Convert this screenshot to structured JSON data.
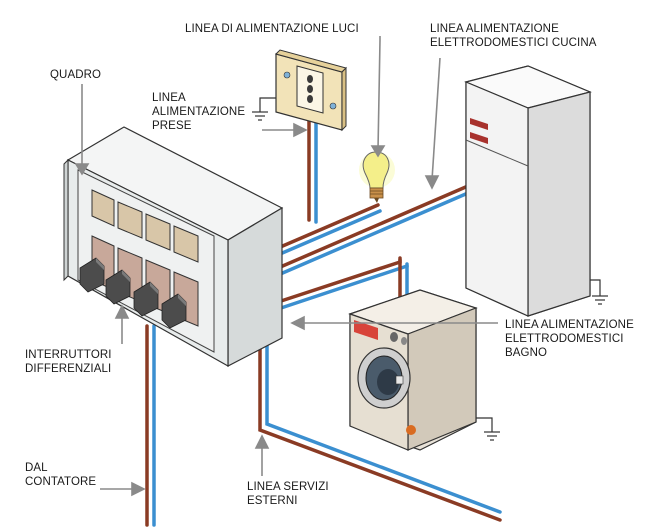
{
  "labels": {
    "linea_luci": "LINEA DI ALIMENTAZIONE LUCI",
    "linea_cucina": [
      "LINEA ALIMENTAZIONE",
      "ELETTRODOMESTICI CUCINA"
    ],
    "quadro": "QUADRO",
    "linea_prese": [
      "LINEA",
      "ALIMENTAZIONE",
      "PRESE"
    ],
    "linea_bagno": [
      "LINEA ALIMENTAZIONE",
      "ELETTRODOMESTICI",
      "BAGNO"
    ],
    "interruttori": [
      "INTERRUTTORI",
      "DIFFERENZIALI"
    ],
    "dal_contatore": [
      "DAL",
      "CONTATORE"
    ],
    "linea_servizi": [
      "LINEA SERVIZI",
      "ESTERNI"
    ]
  },
  "colors": {
    "wire_brown": "#8a3b24",
    "wire_blue": "#3b8fd0",
    "panel_body": "#ecefef",
    "plate": "#f2e3b8",
    "fuse_brown": "#c8a89a",
    "fuse_tan": "#d8c6a8",
    "fridge": "#f1f1f1",
    "washer": "#e8e2d8",
    "bulb": "#f7f3a0",
    "arrow": "#8a8a8a"
  },
  "icons": [
    "ground-symbol-icon",
    "light-bulb-icon",
    "arrow-icon"
  ]
}
